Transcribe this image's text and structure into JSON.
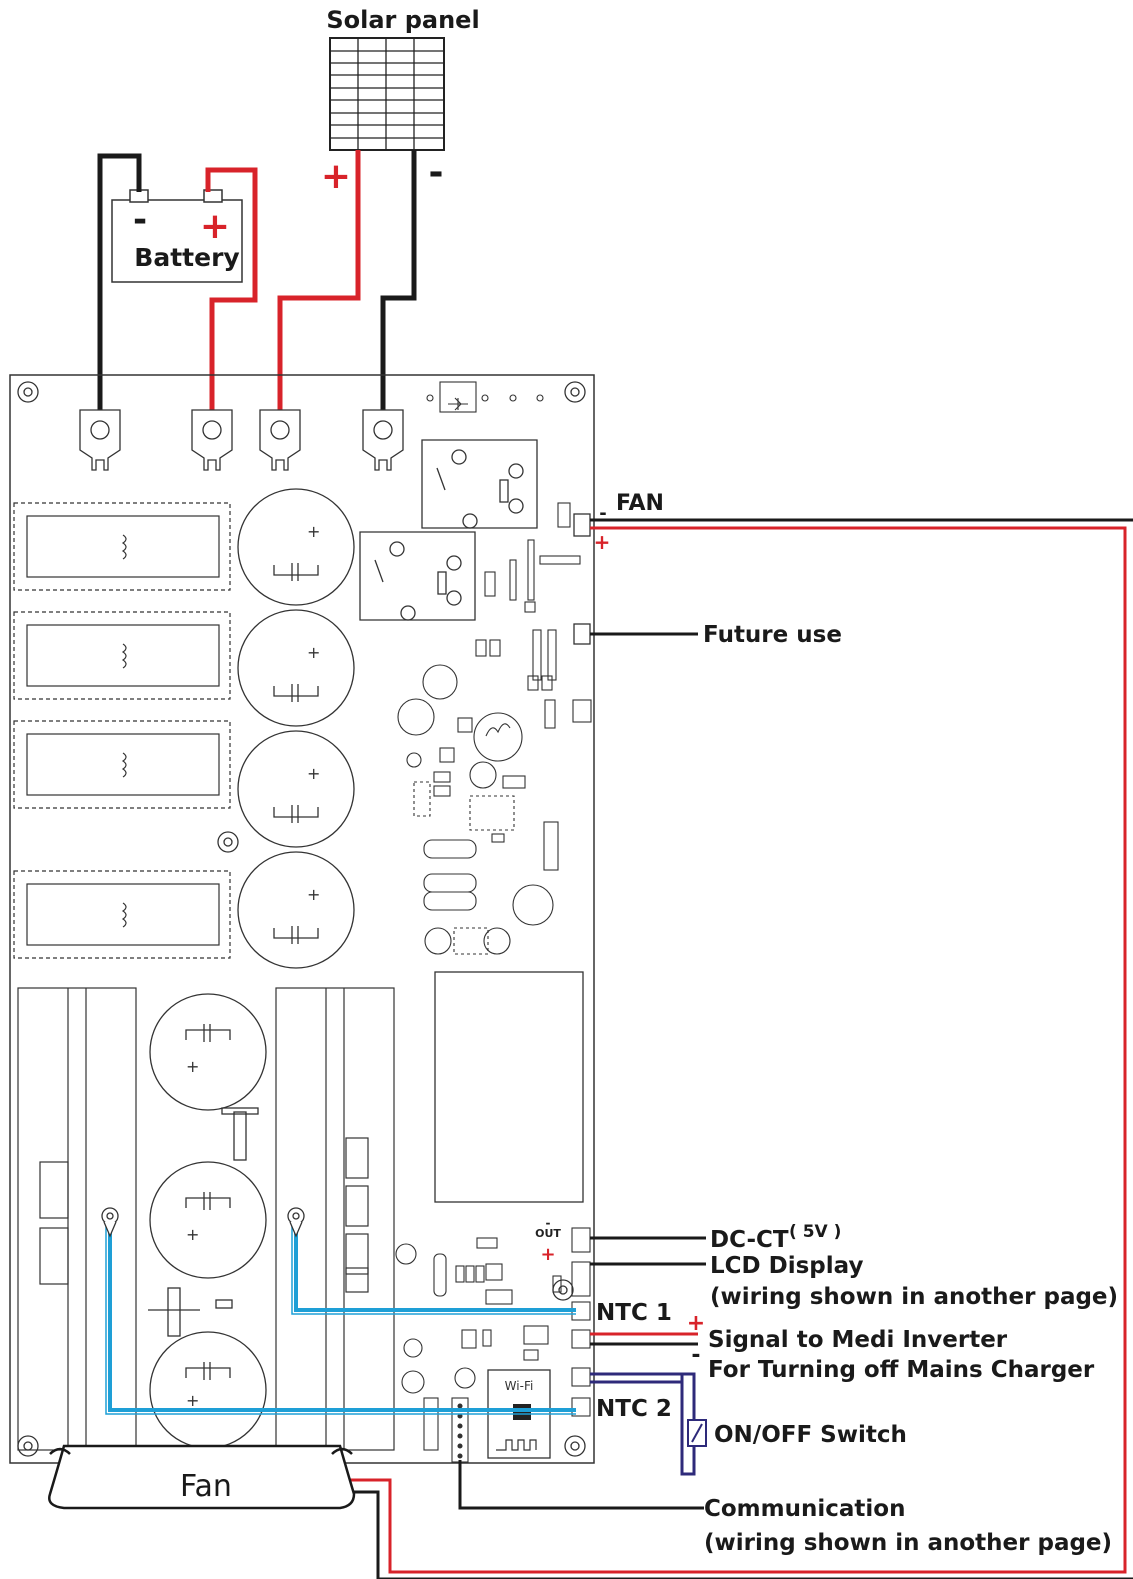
{
  "labels": {
    "solar_panel": "Solar panel",
    "battery": "Battery",
    "battery_minus": "-",
    "battery_plus": "+",
    "solar_plus": "+",
    "solar_minus": "-",
    "fan_connector": "FAN",
    "fan_minus": "-",
    "fan_plus": "+",
    "future_use": "Future use",
    "dc_ct": "DC-CT",
    "dc_ct_voltage": "( 5V )",
    "out": "OUT",
    "out_minus": "-",
    "out_plus": "+",
    "lcd_display": "LCD Display",
    "lcd_note": "(wiring shown in another page)",
    "ntc1": "NTC 1",
    "signal_plus": "+",
    "signal_minus": "-",
    "signal_line1": "Signal to Medi Inverter",
    "signal_line2": "For Turning off Mains Charger",
    "ntc2": "NTC 2",
    "on_off_switch": "ON/OFF Switch",
    "wifi": "Wi-Fi",
    "fan": "Fan",
    "communication": "Communication",
    "communication_note": "(wiring shown in another page)"
  },
  "colors": {
    "positive_wire": "#d8232a",
    "negative_wire": "#1a1a1a",
    "ntc_wire": "#1e9fd6",
    "switch_wire": "#2e2a7a",
    "pcb_outline": "#333333"
  }
}
